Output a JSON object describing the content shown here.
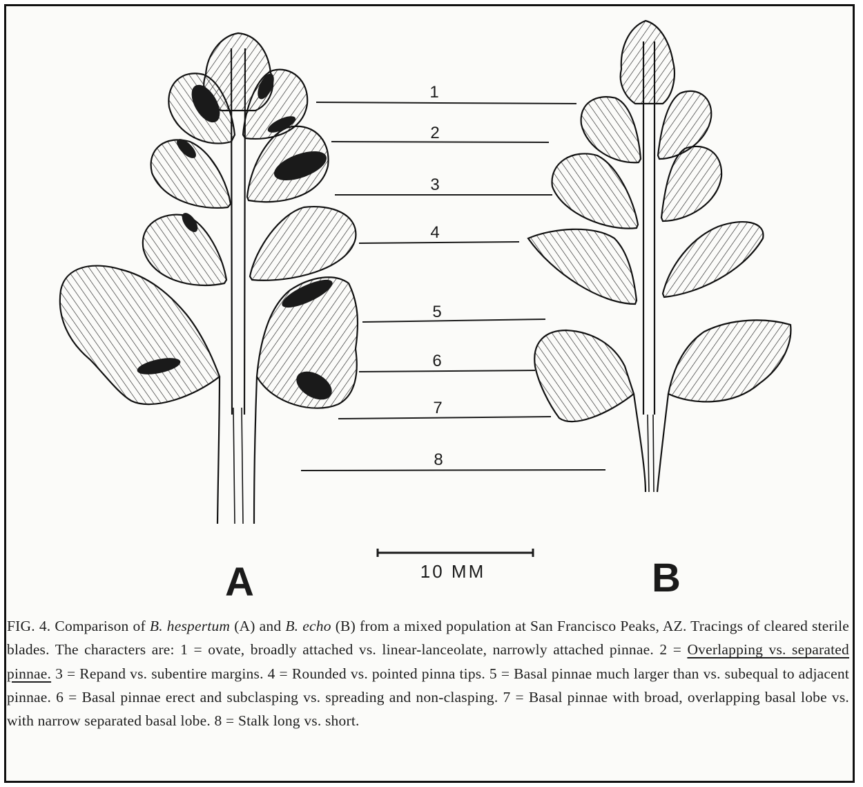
{
  "figure": {
    "specimen_a_label": "A",
    "specimen_b_label": "B",
    "character_numbers": [
      "1",
      "2",
      "3",
      "4",
      "5",
      "6",
      "7",
      "8"
    ],
    "scale_bar_label": "10 MM"
  },
  "caption": {
    "fig_label": "FIG. 4.",
    "part1": " Comparison of ",
    "species_a": "B. hespertum",
    "part2": " (A) and ",
    "species_b": "B. echo",
    "part3": " (B) from a mixed population at San Francisco Peaks, AZ. Tracings of cleared sterile blades. The characters are: 1 = ovate, broadly attached vs. linear-lanceolate, narrowly attached pinnae. 2 = ",
    "underlined": "Overlapping vs. separated pinnae.",
    "part4": " 3 = Repand vs. subentire margins. 4 = Rounded vs. pointed pinna tips. 5 = Basal pinnae much larger than vs. subequal to adjacent pinnae. 6 = Basal pinnae erect and subclasping vs. spreading and non-clasping. 7 = Basal pinnae with broad, overlapping basal lobe vs. with narrow separated basal lobe. 8 = Stalk long vs. short."
  }
}
